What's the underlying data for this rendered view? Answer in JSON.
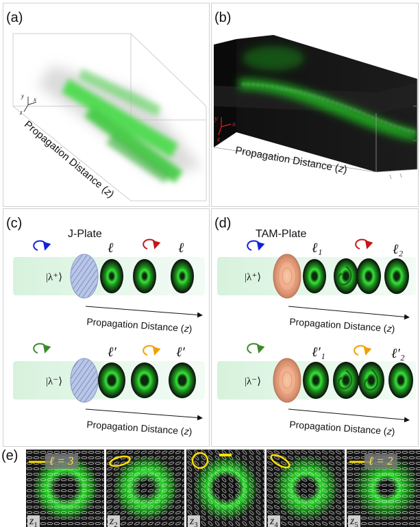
{
  "panel_a": {
    "label": "(a)",
    "axis_y": "y",
    "axis_x": "x",
    "axis_z": "z",
    "propagation_label": "Propagation Distance (𝑧)"
  },
  "panel_b": {
    "label": "(b)",
    "axis_y": "y",
    "axis_x": "x",
    "axis_z": "z",
    "propagation_label": "Propagation Distance (𝑧)"
  },
  "panel_c": {
    "label": "(c)",
    "title": "J-Plate",
    "top": {
      "state": "|λ⁺⟩",
      "ell_1": "ℓ",
      "ell_2": "ℓ"
    },
    "bottom": {
      "state": "|λ⁻⟩",
      "ell_1": "ℓ′",
      "ell_2": "ℓ′"
    },
    "propagation_label": "Propagation Distance (𝑧)"
  },
  "panel_d": {
    "label": "(d)",
    "title": "TAM-Plate",
    "top": {
      "state": "|λ⁺⟩",
      "ell_1": "ℓ₁",
      "ell_2": "ℓ₂"
    },
    "bottom": {
      "state": "|λ⁻⟩",
      "ell_1": "ℓ′₁",
      "ell_2": "ℓ′₂"
    },
    "propagation_label": "Propagation Distance (𝑧)"
  },
  "panel_e": {
    "label": "(e)",
    "badge_first": "ℓ = 3",
    "badge_last": "ℓ = 2",
    "tiles": [
      {
        "z": "z",
        "sub": "1"
      },
      {
        "z": "z",
        "sub": "2"
      },
      {
        "z": "z",
        "sub": "3"
      },
      {
        "z": "z",
        "sub": "4"
      },
      {
        "z": "z",
        "sub": "5"
      }
    ]
  },
  "colors": {
    "beam_green": "#23d62c",
    "arrow_blue": "#1020e0",
    "arrow_red": "#c01818",
    "arrow_green": "#3a8a2a",
    "arrow_orange": "#f0a000",
    "ellipse_yellow": "#ffe000"
  }
}
